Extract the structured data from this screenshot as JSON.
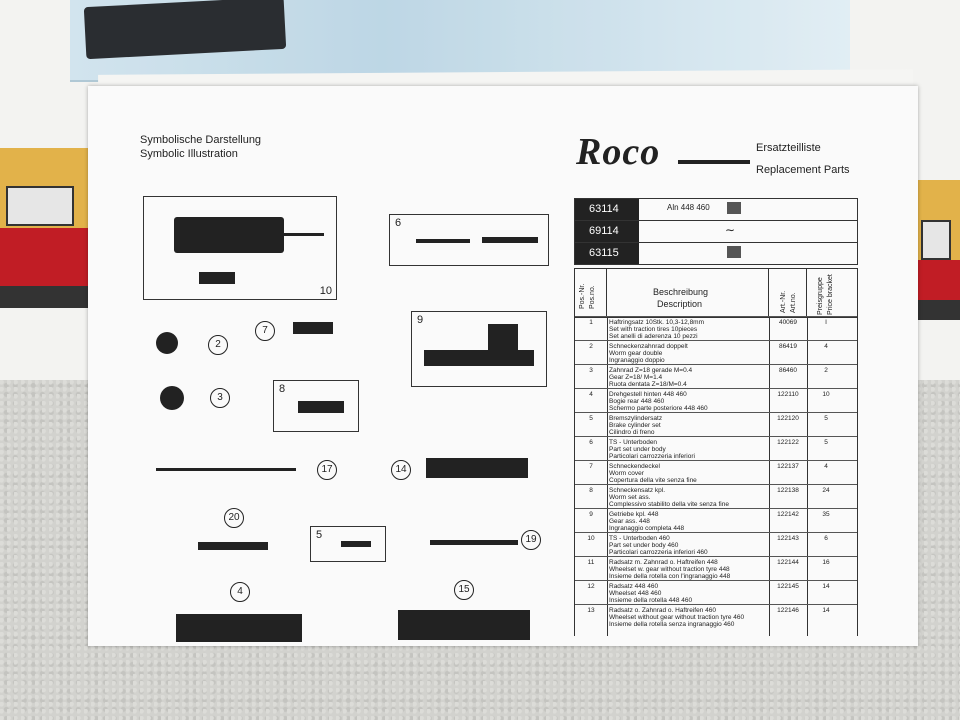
{
  "sheet": {
    "symbolic_de": "Symbolische Darstellung",
    "symbolic_en": "Symbolic Illustration",
    "brand": "Roco",
    "title_de": "Ersatzteilliste",
    "title_en": "Replacement Parts"
  },
  "articles": [
    {
      "number": "63114",
      "model": "Aln 448 460"
    },
    {
      "number": "69114",
      "model": ""
    },
    {
      "number": "63115",
      "model": ""
    }
  ],
  "table": {
    "headers": {
      "pos_de": "Pos.-Nr.",
      "pos_en": "Pos.no.",
      "desc_de": "Beschreibung",
      "desc_en": "Description",
      "art_de": "Art.-Nr.",
      "art_en": "Art.no.",
      "price_de": "Preisgruppe",
      "price_en": "Price bracket"
    },
    "rows": [
      {
        "pos": "1",
        "desc": [
          "Haftringsatz 10Stk. 10,3-12,8mm",
          "Set with traction tires 10pieces",
          "Set anelli di aderenza 10 pezzi"
        ],
        "art": "40069",
        "price": "I"
      },
      {
        "pos": "2",
        "desc": [
          "Schneckenzahnrad doppelt",
          "Worm gear double",
          "Ingranaggio doppio"
        ],
        "art": "86419",
        "price": "4"
      },
      {
        "pos": "3",
        "desc": [
          "Zahnrad Z=18 gerade M=0.4",
          "Gear Z=18/ M=1.4",
          "Ruota dentata Z=18/M=0.4"
        ],
        "art": "86460",
        "price": "2"
      },
      {
        "pos": "4",
        "desc": [
          "Drehgestell hinten 448 460",
          "Bogie rear 448 460",
          "Schermo parte posteriore 448 460"
        ],
        "art": "122110",
        "price": "10"
      },
      {
        "pos": "5",
        "desc": [
          "Bremszylindersatz",
          "Brake cylinder set",
          "Cilindro di freno"
        ],
        "art": "122120",
        "price": "5"
      },
      {
        "pos": "6",
        "desc": [
          "TS - Unterboden",
          "Part set under body",
          "Particolari carrozzeria inferiori"
        ],
        "art": "122122",
        "price": "5"
      },
      {
        "pos": "7",
        "desc": [
          "Schneckendeckel",
          "Worm cover",
          "Copertura della vite senza fine"
        ],
        "art": "122137",
        "price": "4"
      },
      {
        "pos": "8",
        "desc": [
          "Schneckensatz kpl.",
          "Worm set ass.",
          "Complessivo stabilito della vite senza fine"
        ],
        "art": "122138",
        "price": "24"
      },
      {
        "pos": "9",
        "desc": [
          "Getriebe kpl. 448",
          "Gear ass. 448",
          "Ingranaggio completa 448"
        ],
        "art": "122142",
        "price": "35"
      },
      {
        "pos": "10",
        "desc": [
          "TS - Unterboden 460",
          "Part set under body 460",
          "Particolari carrozzeria inferiori 460"
        ],
        "art": "122143",
        "price": "6"
      },
      {
        "pos": "11",
        "desc": [
          "Radsatz m. Zahnrad o. Haftreifen 448",
          "Wheelset w. gear without traction tyre 448",
          "Insieme della rotella con l'ingranaggio 448"
        ],
        "art": "122144",
        "price": "16"
      },
      {
        "pos": "12",
        "desc": [
          "Radsatz 448 460",
          "Wheelset 448 460",
          "Insieme della rotella 448 460"
        ],
        "art": "122145",
        "price": "14"
      },
      {
        "pos": "13",
        "desc": [
          "Radsatz o. Zahnrad o. Haftreifen 460",
          "Wheelset without gear without traction tyre 460",
          "Insieme della rotella senza ingranaggio 460"
        ],
        "art": "122146",
        "price": "14"
      }
    ]
  },
  "callouts": {
    "p10": "10",
    "p6": "6",
    "p2": "2",
    "p7": "7",
    "p9": "9",
    "p3": "3",
    "p8": "8",
    "p17": "17",
    "p14": "14",
    "p20": "20",
    "p5": "5",
    "p19": "19",
    "p4": "4",
    "p15": "15"
  }
}
